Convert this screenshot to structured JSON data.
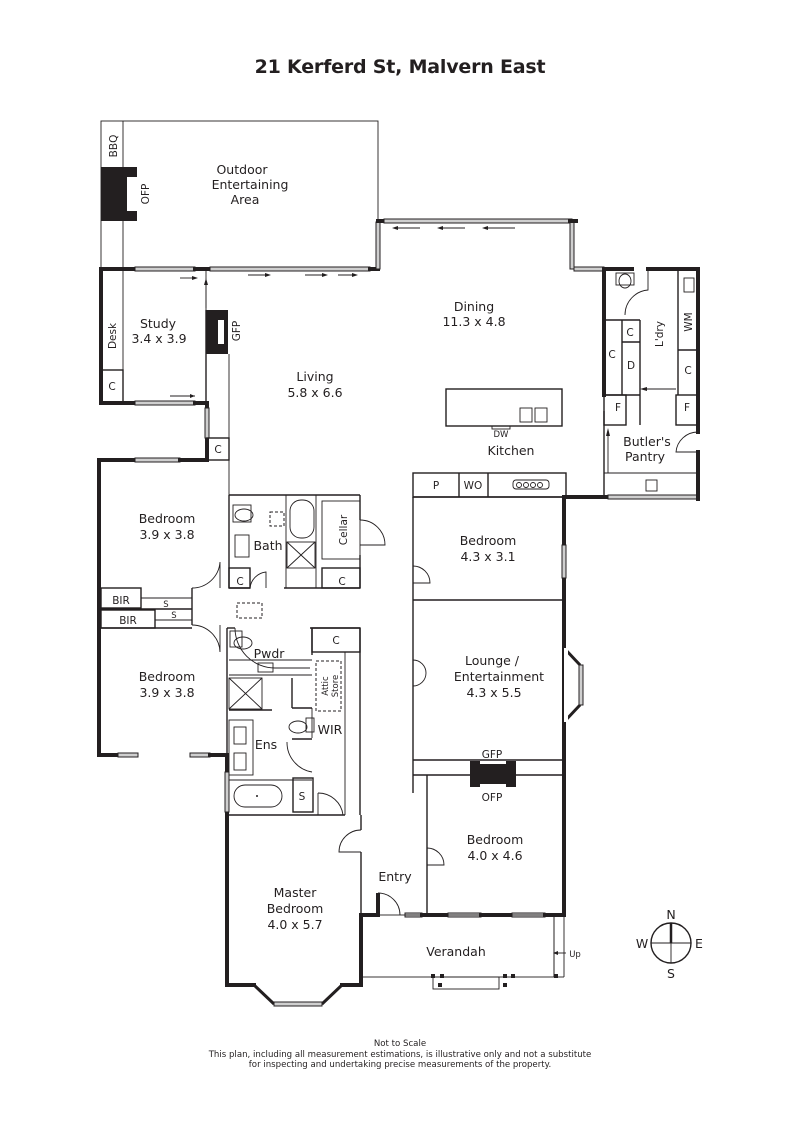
{
  "title": "21 Kerferd St, Malvern East",
  "rooms": {
    "outdoor": {
      "line1": "Outdoor",
      "line2": "Entertaining",
      "line3": "Area"
    },
    "bbq": "BBQ",
    "ofp_outdoor": "OFP",
    "dining": {
      "name": "Dining",
      "size": "11.3 x 4.8"
    },
    "study": {
      "name": "Study",
      "size": "3.4 x 3.9"
    },
    "desk": "Desk",
    "gfp_living": "GFP",
    "living": {
      "name": "Living",
      "size": "5.8 x 6.6"
    },
    "kitchen": {
      "name": "Kitchen",
      "dw": "DW",
      "p": "P",
      "wo": "WO"
    },
    "laundry": {
      "name": "L'dry",
      "wm": "WM"
    },
    "butlers_pantry": {
      "line1": "Butler's",
      "line2": "Pantry"
    },
    "bedroom_nw": {
      "name": "Bedroom",
      "size": "3.9 x 3.8"
    },
    "bedroom_w": {
      "name": "Bedroom",
      "size": "3.9 x 3.8"
    },
    "bath": "Bath",
    "cellar": "Cellar",
    "bir": "BIR",
    "shelf": "S",
    "pwdr": "Pwdr",
    "attic": {
      "line1": "Attic",
      "line2": "Store"
    },
    "ens": "Ens",
    "wir": "WIR",
    "bedroom_e1": {
      "name": "Bedroom",
      "size": "4.3 x 3.1"
    },
    "lounge": {
      "line1": "Lounge /",
      "line2": "Entertainment",
      "size": "4.3 x 5.5"
    },
    "gfp_lounge": "GFP",
    "ofp_bedroom": "OFP",
    "bedroom_e2": {
      "name": "Bedroom",
      "size": "4.0 x 4.6"
    },
    "master": {
      "line1": "Master",
      "line2": "Bedroom",
      "size": "4.0 x 5.7"
    },
    "entry": "Entry",
    "verandah": "Verandah",
    "up": "Up",
    "cupboard": "C",
    "dryer": "D",
    "fridge": "F"
  },
  "compass": {
    "n": "N",
    "s": "S",
    "e": "E",
    "w": "W"
  },
  "footer": {
    "line1": "Not to Scale",
    "line2": "This plan, including all measurement estimations, is illustrative only and not a substitute",
    "line3": "for inspecting and undertaking precise measurements of the property."
  }
}
